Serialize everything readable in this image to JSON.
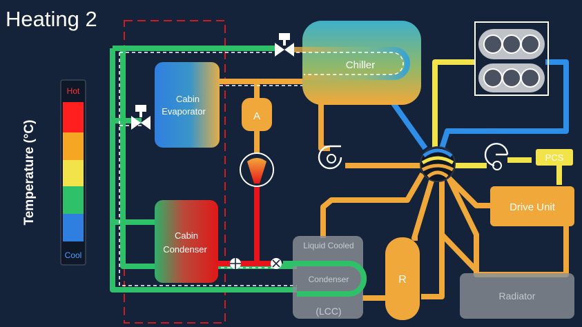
{
  "title": "Heating 2",
  "legend": {
    "axis_label": "Temperature (°C)",
    "hot_label": "Hot",
    "cool_label": "Cool",
    "colors": [
      "#ff1f1f",
      "#f5a623",
      "#f2e34a",
      "#2fc06a",
      "#2f7fe0"
    ]
  },
  "components": {
    "cabin_evaporator": [
      "Cabin",
      "Evaporator"
    ],
    "cabin_condenser": [
      "Cabin",
      "Condenser"
    ],
    "chiller": "Chiller",
    "accumulator": "A",
    "lcc": [
      "Liquid Cooled",
      "Condenser",
      "(LCC)"
    ],
    "radiator_r": "R",
    "pcs": "PCS",
    "drive_unit": "Drive Unit",
    "radiator": "Radiator"
  },
  "colors": {
    "background": "#15233a",
    "refrigerant_cold": "#2fc06a",
    "refrigerant_hot": "#e8141c",
    "coolant_warm": "#f0a83a",
    "coolant_cold": "#2f8fe8",
    "coolant_low": "#f2e34a",
    "inactive": "#8a8f96",
    "cabin_box_outline": "#d01c1c"
  }
}
